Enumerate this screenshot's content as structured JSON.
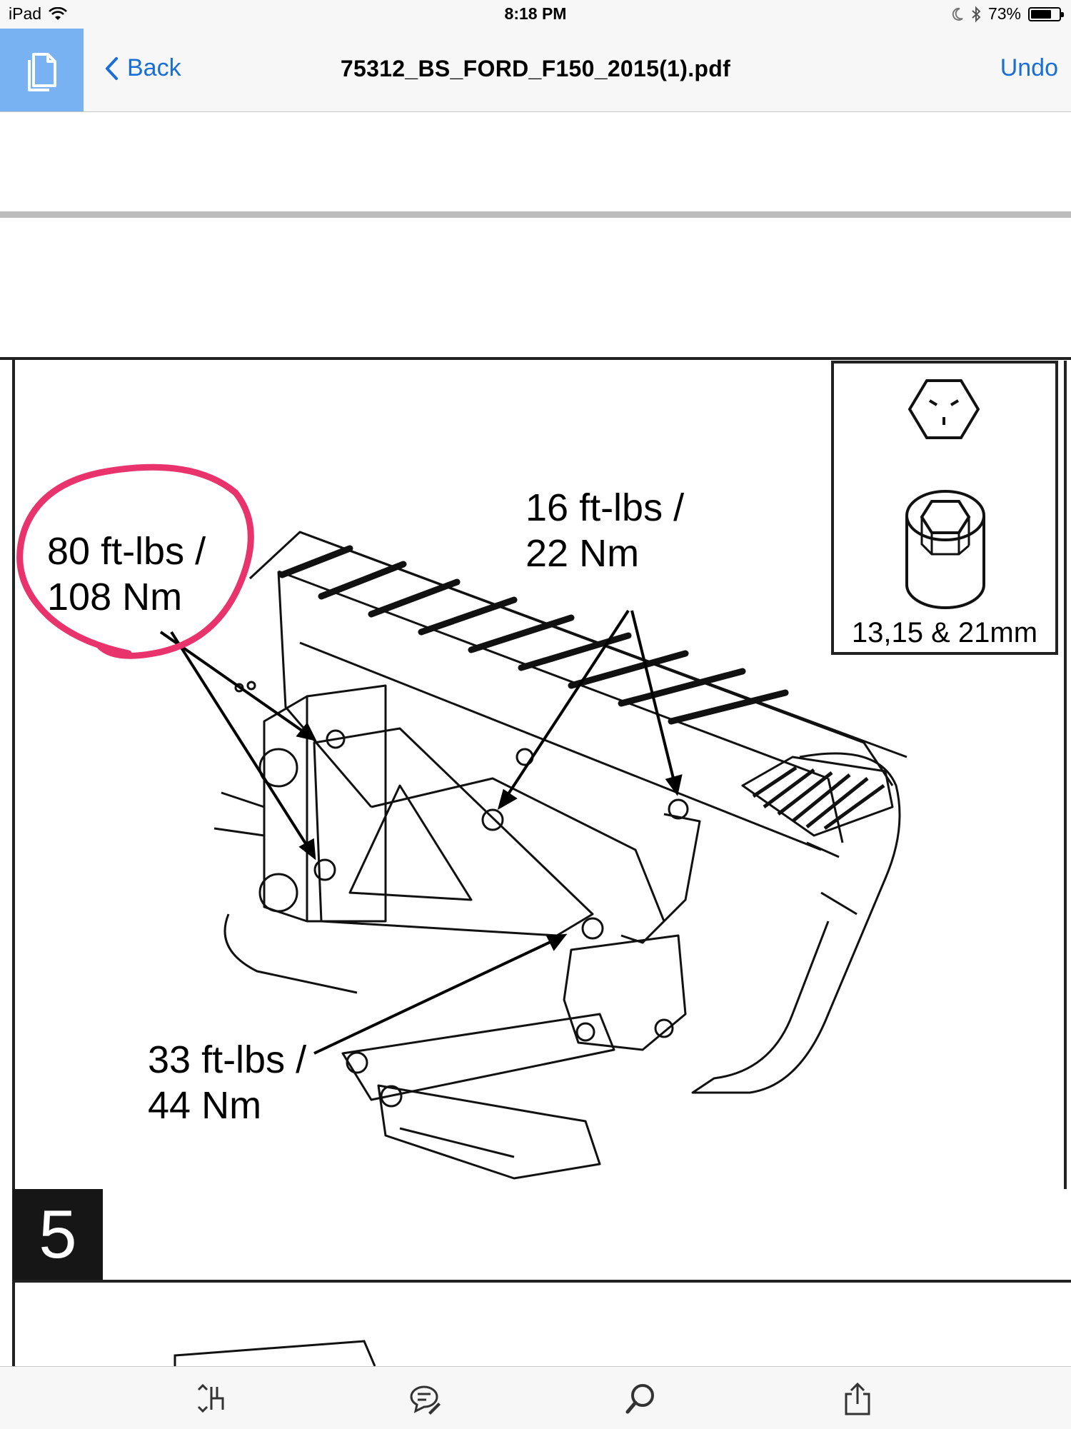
{
  "status_bar": {
    "device": "iPad",
    "time": "8:18 PM",
    "battery_percent": "73%",
    "battery_level": 0.73
  },
  "nav": {
    "back_label": "Back",
    "title": "75312_BS_FORD_F150_2015(1).pdf",
    "undo_label": "Undo"
  },
  "page": {
    "callouts": {
      "top_left": {
        "line1": "80 ft-lbs /",
        "line2": "108 Nm"
      },
      "top_center": {
        "line1": "16 ft-lbs /",
        "line2": "22 Nm"
      },
      "bottom_left": {
        "line1": "33 ft-lbs /",
        "line2": "44 Nm"
      }
    },
    "tools_size": "13,15 & 21mm",
    "step_number": "5"
  },
  "colors": {
    "accent": "#1a6fd6",
    "doc_button": "#79b2f2",
    "highlight_circle": "#e8336d"
  },
  "toolbar": {
    "icons": [
      "page-thumbnails-icon",
      "annotate-icon",
      "search-icon",
      "share-icon"
    ]
  }
}
